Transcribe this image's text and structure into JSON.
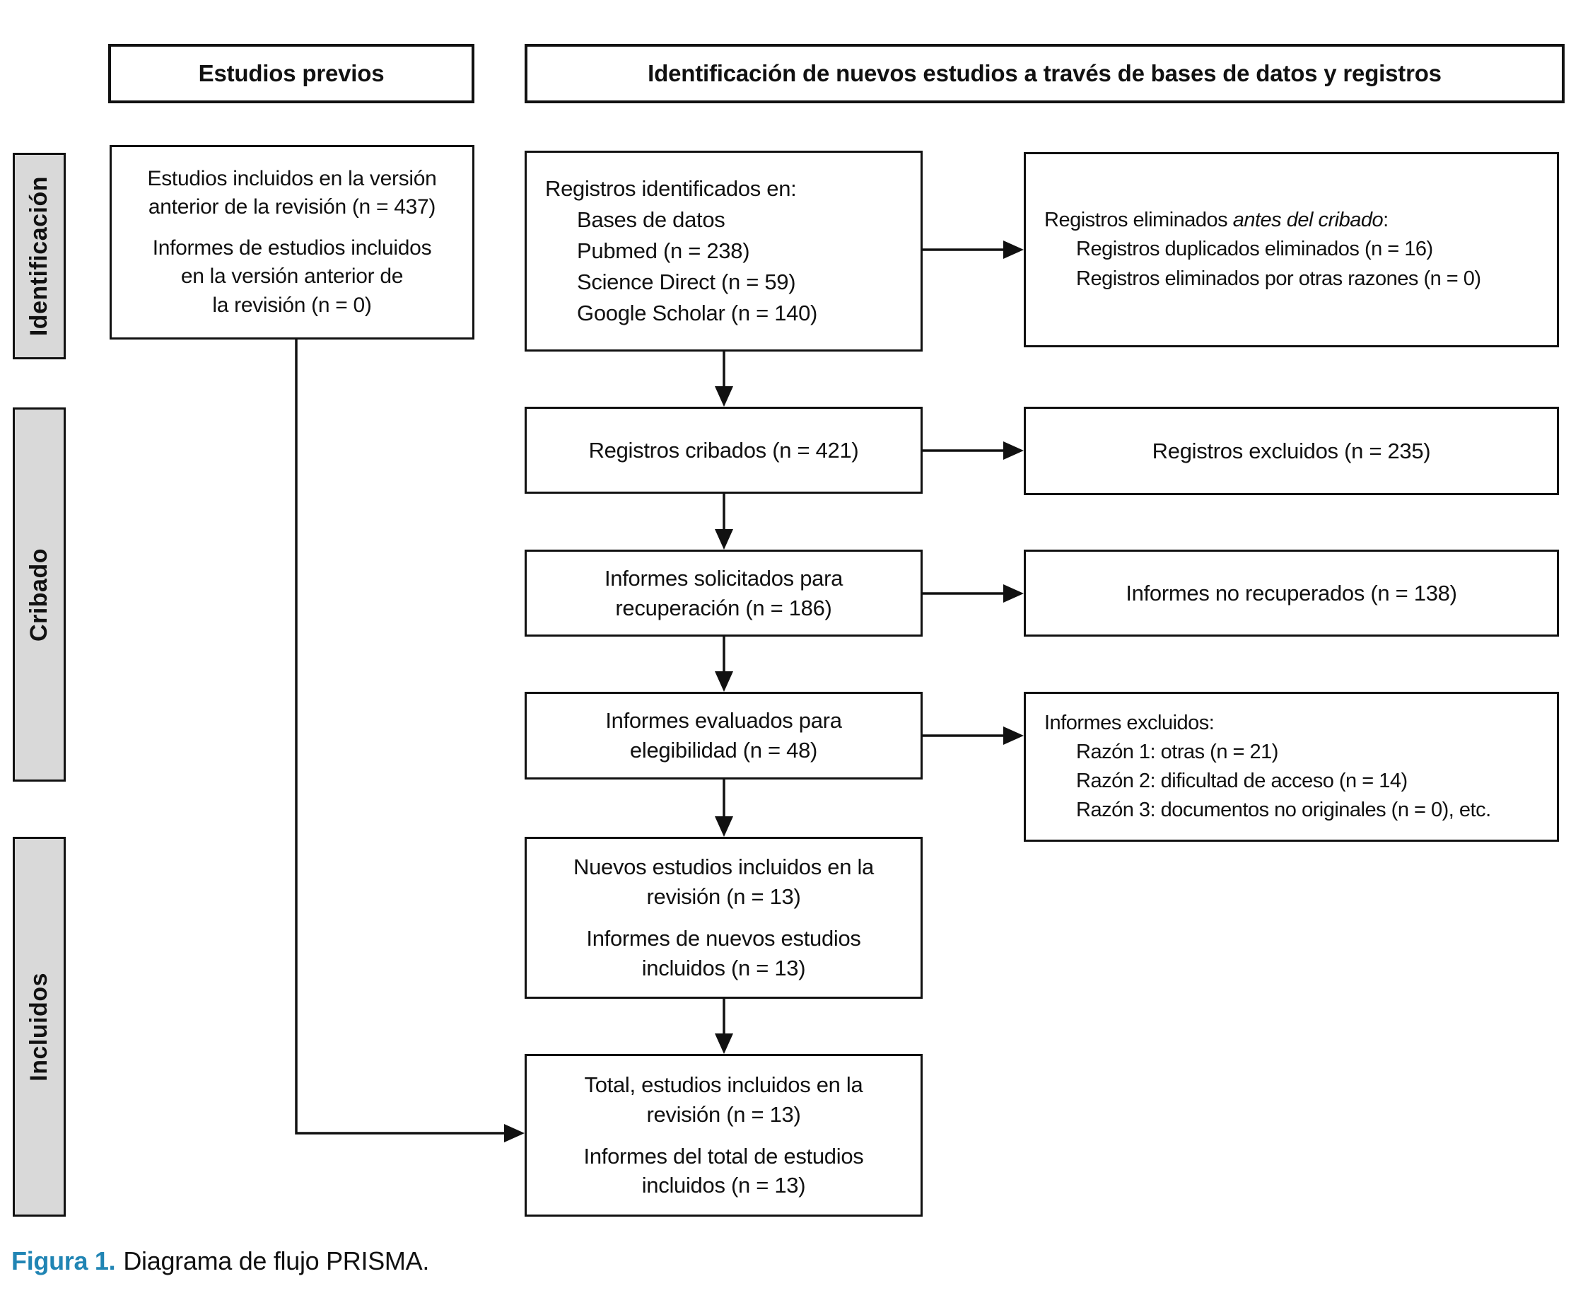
{
  "colors": {
    "accent_blue": "#2185b4",
    "stage_fill_gray": "#d9d9d9",
    "line_black": "#111111"
  },
  "column_headers": {
    "previous": "Estudios previos",
    "new": "Identificación de nuevos estudios a través de bases de datos y registros"
  },
  "stage_labels": {
    "identification": "Identificación",
    "screening": "Cribado",
    "included": "Incluidos"
  },
  "boxes": {
    "previous_version": {
      "para1": "Estudios incluidos en la versión\nanterior de la revisión (n = 437)",
      "para2": "Informes de estudios incluidos\nen la versión anterior de\nla revisión (n = 0)"
    },
    "records_identified": {
      "intro": "Registros identificados en:",
      "items": [
        "Bases de datos",
        "Pubmed (n = 238)",
        "Science Direct (n = 59)",
        "Google Scholar (n = 140)"
      ]
    },
    "records_removed": {
      "intro_prefix": "Registros eliminados ",
      "intro_italic": "antes del cribado",
      "intro_suffix": ":",
      "items": [
        "Registros duplicados eliminados (n = 16)",
        "Registros eliminados por otras razones (n = 0)"
      ]
    },
    "records_screened": {
      "text": "Registros cribados (n = 421)"
    },
    "records_excluded": {
      "text": "Registros excluidos (n = 235)"
    },
    "reports_sought": {
      "text": "Informes solicitados para\nrecuperación (n = 186)"
    },
    "reports_not_retrieved": {
      "text": "Informes no recuperados (n = 138)"
    },
    "reports_assessed": {
      "text": "Informes evaluados para\nelegibilidad (n = 48)"
    },
    "reports_excluded": {
      "intro": "Informes excluidos:",
      "items": [
        "Razón 1: otras (n = 21)",
        "Razón 2: dificultad de acceso (n = 14)",
        "Razón 3: documentos no originales (n = 0), etc."
      ]
    },
    "new_studies_included": {
      "para1": "Nuevos estudios incluidos en la\nrevisión (n = 13)",
      "para2": "Informes de nuevos estudios\nincluidos (n = 13)"
    },
    "total_included": {
      "para1": "Total, estudios incluidos en la\nrevisión (n = 13)",
      "para2": "Informes del total de estudios\nincluidos (n = 13)"
    }
  },
  "caption": {
    "figure_label": "Figura 1.",
    "text": "Diagrama de flujo PRISMA."
  }
}
